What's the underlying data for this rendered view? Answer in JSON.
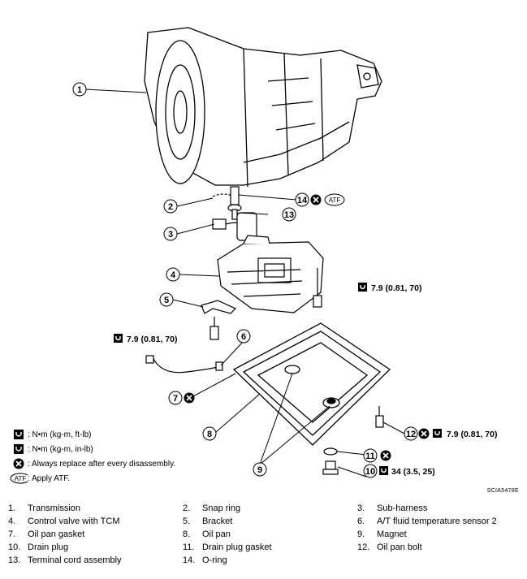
{
  "callouts": [
    "1",
    "2",
    "3",
    "4",
    "5",
    "6",
    "7",
    "8",
    "9",
    "10",
    "11",
    "12",
    "13",
    "14"
  ],
  "torque": {
    "valve_bolt": "7.9  (0.81,  70)",
    "sensor_bolt": "7.9  (0.81,  70)",
    "pan_bolt": "7.9  (0.81,  70)",
    "drain_plug": "34  (3.5,  25)"
  },
  "atf_badge": "ATF",
  "legend": {
    "nm_ftlb": ":  N•m  (kg-m,   ft-lb)",
    "nm_inlb": ":  N•m  (kg-m,   in-lb)",
    "replace": ": Always replace after every disassembly.",
    "atf": ": Apply ATF.",
    "atf_badge": "ATF"
  },
  "figure_code": "SCIA5478E",
  "parts": [
    {
      "num": "1.",
      "name": "Transmission"
    },
    {
      "num": "2.",
      "name": "Snap ring"
    },
    {
      "num": "3.",
      "name": "Sub-harness"
    },
    {
      "num": "4.",
      "name": "Control valve with TCM"
    },
    {
      "num": "5.",
      "name": "Bracket"
    },
    {
      "num": "6.",
      "name": "A/T fluid temperature sensor 2"
    },
    {
      "num": "7.",
      "name": "Oil pan gasket"
    },
    {
      "num": "8.",
      "name": "Oil pan"
    },
    {
      "num": "9.",
      "name": "Magnet"
    },
    {
      "num": "10.",
      "name": "Drain plug"
    },
    {
      "num": "11.",
      "name": "Drain plug gasket"
    },
    {
      "num": "12.",
      "name": "Oil pan bolt"
    },
    {
      "num": "13.",
      "name": "Terminal cord assembly"
    },
    {
      "num": "14.",
      "name": "O-ring"
    }
  ]
}
